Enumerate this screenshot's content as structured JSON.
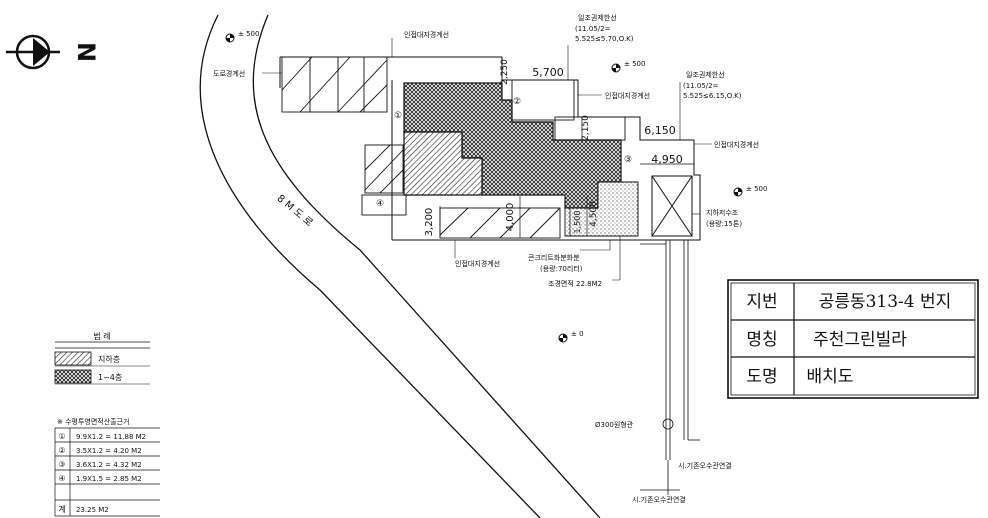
{
  "north": {
    "label": "N"
  },
  "road_label": "8 M 도 로",
  "elevations": [
    "± 500",
    "± 500",
    "± 500",
    "± 0"
  ],
  "annotations": {
    "neighbor_line_top": "인접대지경계선",
    "road_boundary": "도로경계선",
    "daylight_1": "일조권제한선",
    "daylight_1_formula1": "(11.05/2=",
    "daylight_1_formula2": "5.525≤5.70,O.K)",
    "daylight_2": "일조권제한선",
    "daylight_2_formula1": "(11.05/2=",
    "daylight_2_formula2": "5.525≤6.15,O.K)",
    "neighbor_line_mid": "인접대지경계선",
    "neighbor_line_right": "인접대지경계선",
    "neighbor_line_bottom": "인접대지경계선",
    "cistern": "지하저수조",
    "cistern_cap": "(용량:15톤)",
    "plant_box": "콘크리트화분화분",
    "plant_box_cap": "(용량:70리터)",
    "landscape_area": "조경면적 22.8M2",
    "drain_pipe": "Ø300원형관",
    "drain_line_1": "시.기존오수관연결",
    "drain_line_2": "시.기존오수관연결"
  },
  "dimensions": [
    "2,250",
    "5,700",
    "2,150",
    "6,150",
    "4,950",
    "3,200",
    "4,000",
    "4,500",
    "1,500"
  ],
  "circled_numbers": [
    "①",
    "②",
    "③",
    "④"
  ],
  "legend": {
    "title": "범 례",
    "items": [
      {
        "label": "지하층"
      },
      {
        "label": "1~4층"
      }
    ]
  },
  "calc_table": {
    "title": "※ 수평투영면적산출근거",
    "rows": [
      {
        "no": "①",
        "expr": "9.9X1.2 = 11.88 M2"
      },
      {
        "no": "②",
        "expr": "3.5X1.2 = 4.20 M2"
      },
      {
        "no": "③",
        "expr": "3.6X1.2 = 4.32 M2"
      },
      {
        "no": "④",
        "expr": "1.9X1.5 = 2.85 M2"
      }
    ],
    "total_label": "계",
    "total_value": "23.25 M2"
  },
  "title_block": {
    "rows": [
      {
        "label": "지번",
        "value": "공릉동313-4 번지"
      },
      {
        "label": "명칭",
        "value": "주천그린빌라"
      },
      {
        "label": "도명",
        "value": "배치도"
      }
    ]
  }
}
